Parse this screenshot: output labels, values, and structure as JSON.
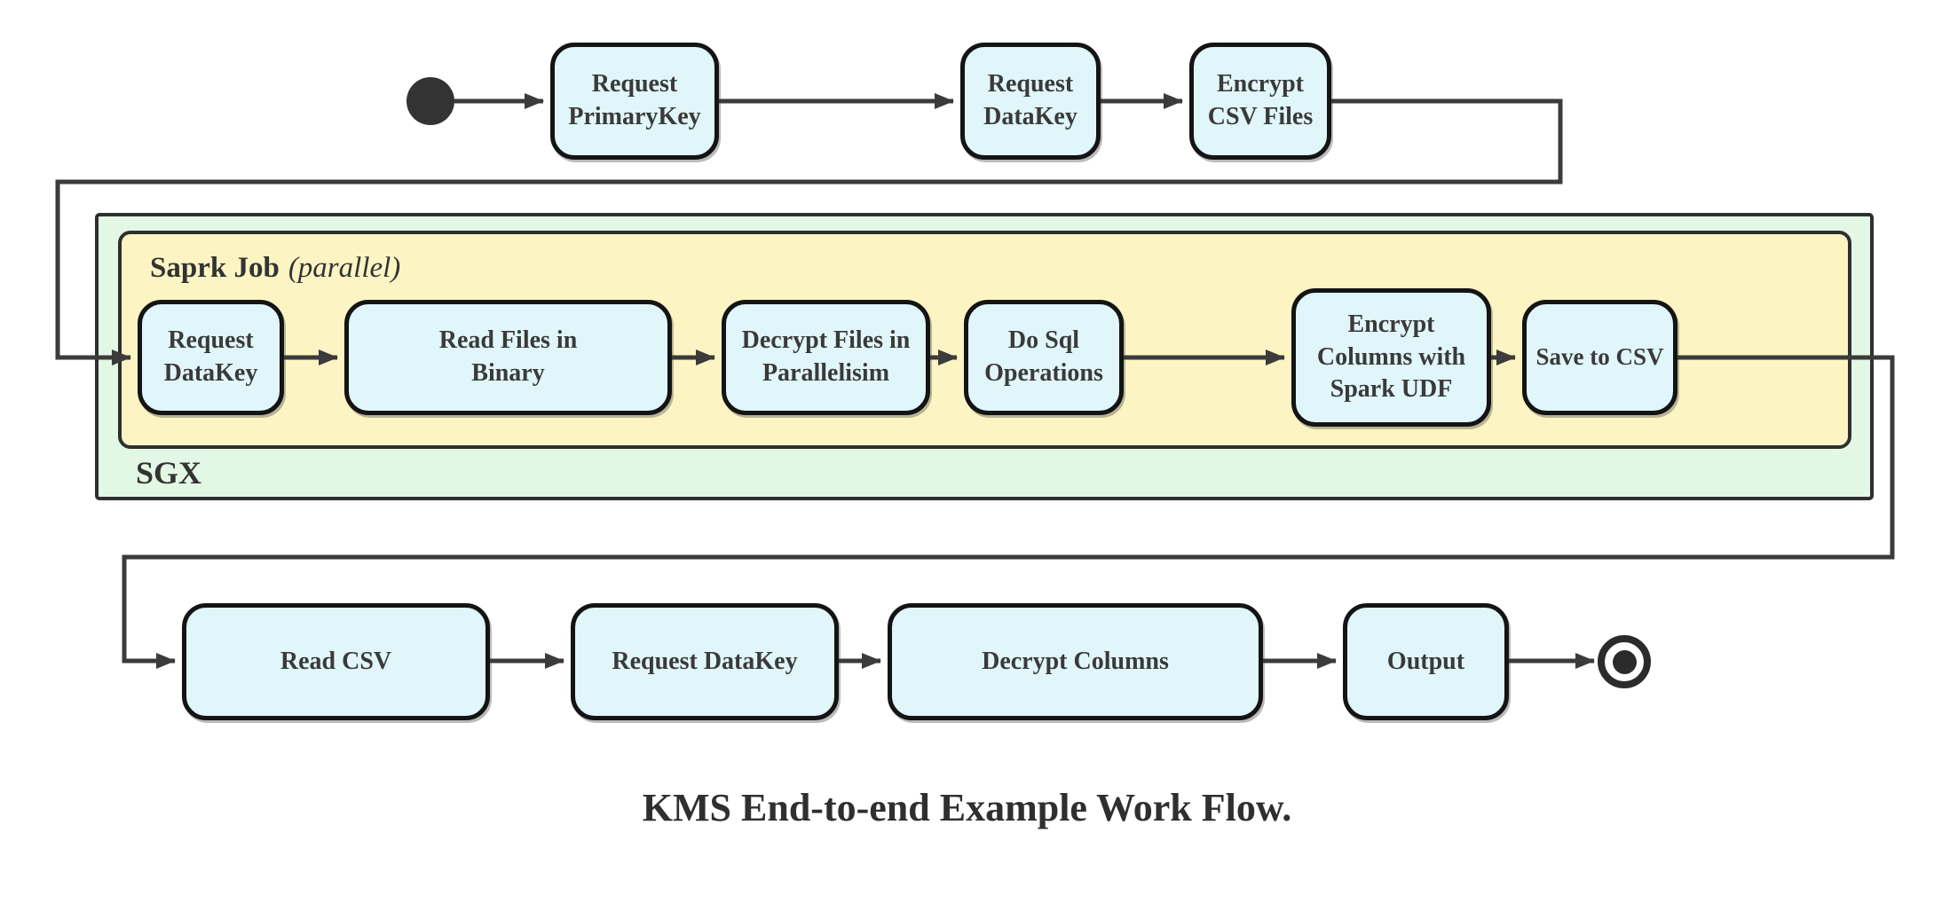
{
  "diagram": {
    "caption": "KMS End-to-end Example Work Flow.",
    "containers": {
      "sgx": {
        "label": "SGX"
      },
      "spark_job": {
        "label_bold": "Saprk Job",
        "label_italic": "(parallel)"
      }
    },
    "nodes": {
      "top": [
        {
          "label": "Request\nPrimaryKey"
        },
        {
          "label": "Request\nDataKey"
        },
        {
          "label": "Encrypt\nCSV Files"
        }
      ],
      "spark": [
        {
          "label": "Request\nDataKey"
        },
        {
          "label": "Read Files in\nBinary"
        },
        {
          "label": "Decrypt Files in\nParallelisim"
        },
        {
          "label": "Do Sql\nOperations"
        },
        {
          "label": "Encrypt\nColumns with\nSpark UDF"
        },
        {
          "label": "Save to CSV"
        }
      ],
      "bottom": [
        {
          "label": "Read CSV"
        },
        {
          "label": "Request DataKey"
        },
        {
          "label": "Decrypt Columns"
        },
        {
          "label": "Output"
        }
      ]
    },
    "colors": {
      "node_fill": "#e0f6fa",
      "node_border": "#141414",
      "sgx_fill": "#e3f8e4",
      "spark_fill": "#fcf5c3",
      "container_border": "#2f2f2f",
      "wire": "#3b3b3b",
      "text": "#3a3a3a"
    }
  }
}
